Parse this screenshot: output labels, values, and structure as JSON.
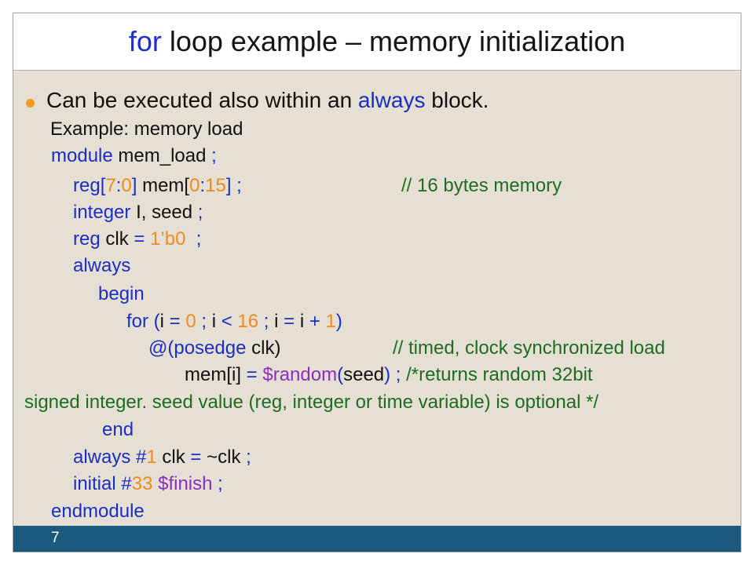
{
  "title": {
    "keyword": "for",
    "rest": " loop example – memory initialization"
  },
  "bullet_icon_color": "#f59a1c",
  "colors": {
    "keyword": "#1b2ec4",
    "number": "#f08a1e",
    "comment": "#1e6b22",
    "system_task": "#8b2ec0",
    "footer": "#1b5a7e"
  },
  "lines": [
    {
      "id": "bullet",
      "segments": [
        {
          "t": "Can be executed also within an ",
          "c": "blk"
        },
        {
          "t": "always",
          "c": "blu"
        },
        {
          "t": " block.",
          "c": "blk"
        }
      ]
    },
    {
      "id": "example",
      "segments": [
        {
          "t": "Example: memory load",
          "c": "blk"
        }
      ]
    },
    {
      "id": "module",
      "segments": [
        {
          "t": "module ",
          "c": "blu"
        },
        {
          "t": "mem_load ",
          "c": "blk"
        },
        {
          "t": ";",
          "c": "blu"
        }
      ]
    },
    {
      "id": "reg-mem",
      "segments": [
        {
          "t": "reg[",
          "c": "blu"
        },
        {
          "t": "7",
          "c": "org"
        },
        {
          "t": ":",
          "c": "blu"
        },
        {
          "t": "0",
          "c": "org"
        },
        {
          "t": "] ",
          "c": "blu"
        },
        {
          "t": "mem[",
          "c": "blk"
        },
        {
          "t": "0",
          "c": "org"
        },
        {
          "t": ":",
          "c": "blu"
        },
        {
          "t": "15",
          "c": "org"
        },
        {
          "t": "] ;",
          "c": "blu"
        }
      ]
    },
    {
      "id": "reg-mem-comment",
      "segments": [
        {
          "t": "// 16 bytes memory",
          "c": "grn"
        }
      ]
    },
    {
      "id": "integer",
      "segments": [
        {
          "t": "integer ",
          "c": "blu"
        },
        {
          "t": "I, seed ",
          "c": "blk"
        },
        {
          "t": ";",
          "c": "blu"
        }
      ]
    },
    {
      "id": "reg-clk",
      "segments": [
        {
          "t": "reg ",
          "c": "blu"
        },
        {
          "t": "clk ",
          "c": "blk"
        },
        {
          "t": "= ",
          "c": "blu"
        },
        {
          "t": "1’b0  ",
          "c": "org"
        },
        {
          "t": ";",
          "c": "blu"
        }
      ]
    },
    {
      "id": "always",
      "segments": [
        {
          "t": "always",
          "c": "blu"
        }
      ]
    },
    {
      "id": "begin",
      "segments": [
        {
          "t": "begin",
          "c": "blu"
        }
      ]
    },
    {
      "id": "for",
      "segments": [
        {
          "t": "for (",
          "c": "blu"
        },
        {
          "t": "i ",
          "c": "blk"
        },
        {
          "t": "= ",
          "c": "blu"
        },
        {
          "t": "0 ",
          "c": "org"
        },
        {
          "t": "; ",
          "c": "blu"
        },
        {
          "t": "i ",
          "c": "blk"
        },
        {
          "t": "< ",
          "c": "blu"
        },
        {
          "t": "16 ",
          "c": "org"
        },
        {
          "t": "; ",
          "c": "blu"
        },
        {
          "t": "i ",
          "c": "blk"
        },
        {
          "t": "= ",
          "c": "blu"
        },
        {
          "t": "i ",
          "c": "blk"
        },
        {
          "t": "+ ",
          "c": "blu"
        },
        {
          "t": "1",
          "c": "org"
        },
        {
          "t": ")",
          "c": "blu"
        }
      ]
    },
    {
      "id": "posedge",
      "segments": [
        {
          "t": "@(posedge ",
          "c": "blu"
        },
        {
          "t": "clk)",
          "c": "blk"
        }
      ]
    },
    {
      "id": "posedge-comment",
      "segments": [
        {
          "t": "// timed, clock synchronized load",
          "c": "grn"
        }
      ]
    },
    {
      "id": "mem-assign",
      "segments": [
        {
          "t": "mem[i] ",
          "c": "blk"
        },
        {
          "t": "= ",
          "c": "blu"
        },
        {
          "t": "$random",
          "c": "pur"
        },
        {
          "t": "(",
          "c": "blu"
        },
        {
          "t": "seed",
          "c": "blk"
        },
        {
          "t": ") ; ",
          "c": "blu"
        },
        {
          "t": "/*returns random 32bit",
          "c": "grn"
        }
      ]
    },
    {
      "id": "comment-wrap",
      "segments": [
        {
          "t": "signed integer. seed value (reg, integer or time variable) is optional */",
          "c": "grn"
        }
      ]
    },
    {
      "id": "end",
      "segments": [
        {
          "t": "end",
          "c": "blu"
        }
      ]
    },
    {
      "id": "always-clk",
      "segments": [
        {
          "t": "always ",
          "c": "blu"
        },
        {
          "t": "#",
          "c": "blu"
        },
        {
          "t": "1 ",
          "c": "org"
        },
        {
          "t": "clk ",
          "c": "blk"
        },
        {
          "t": "= ",
          "c": "blu"
        },
        {
          "t": "~clk ",
          "c": "blk"
        },
        {
          "t": ";",
          "c": "blu"
        }
      ]
    },
    {
      "id": "initial",
      "segments": [
        {
          "t": "initial ",
          "c": "blu"
        },
        {
          "t": "#",
          "c": "blu"
        },
        {
          "t": "33 ",
          "c": "org"
        },
        {
          "t": "$finish ",
          "c": "pur"
        },
        {
          "t": ";",
          "c": "blu"
        }
      ]
    },
    {
      "id": "endmodule",
      "segments": [
        {
          "t": "endmodule",
          "c": "blu"
        }
      ]
    }
  ],
  "page_number": "7"
}
